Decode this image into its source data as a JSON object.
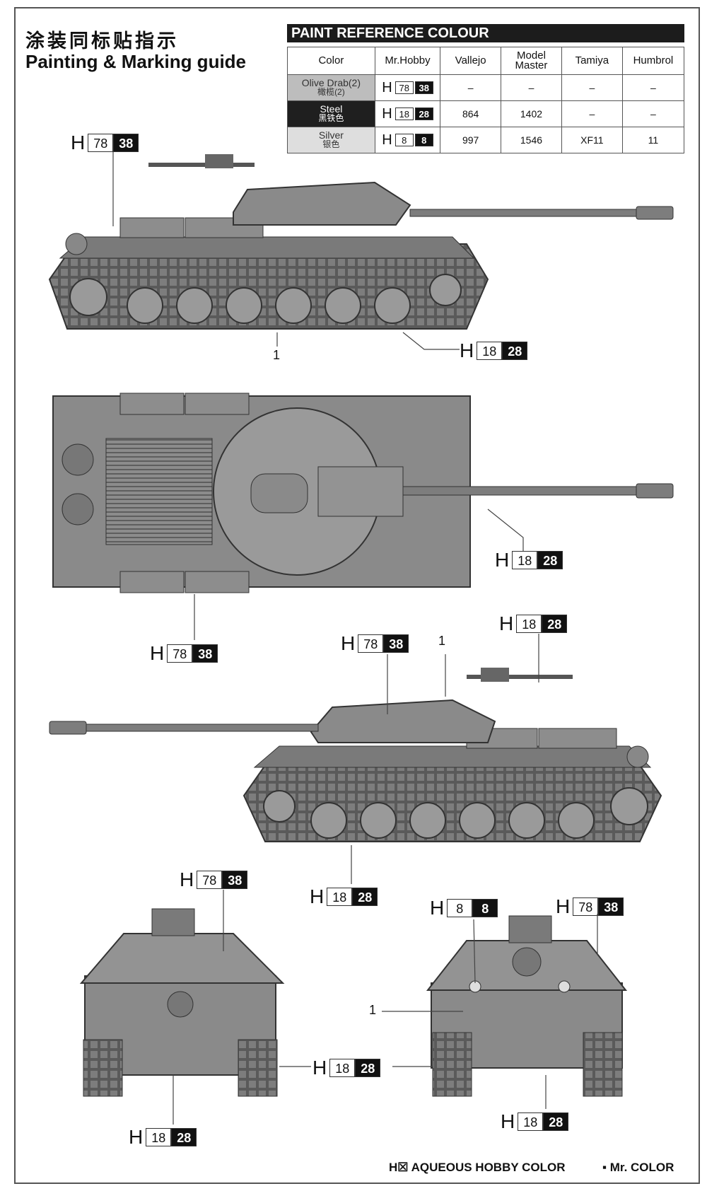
{
  "title_cn": "涂装同标贴指示",
  "title_en": "Painting & Marking guide",
  "reference": {
    "header": "PAINT  REFERENCE COLOUR",
    "columns": [
      "Color",
      "Mr.Hobby",
      "Vallejo",
      "Model Master",
      "Tamiya",
      "Humbrol"
    ],
    "rows": [
      {
        "name": "Olive Drab(2)",
        "name_cn": "橄榄(2)",
        "h": "78",
        "mr": "38",
        "vallejo": "–",
        "model_master": "–",
        "tamiya": "–",
        "humbrol": "–"
      },
      {
        "name": "Steel",
        "name_cn": "黑铁色",
        "h": "18",
        "mr": "28",
        "vallejo": "864",
        "model_master": "1402",
        "tamiya": "–",
        "humbrol": "–"
      },
      {
        "name": "Silver",
        "name_cn": "银色",
        "h": "8",
        "mr": "8",
        "vallejo": "997",
        "model_master": "1546",
        "tamiya": "XF11",
        "humbrol": "11"
      }
    ]
  },
  "callouts": [
    {
      "id": "side1-top",
      "h": "78",
      "mr": "38"
    },
    {
      "id": "side1-bottom",
      "h": "18",
      "mr": "28"
    },
    {
      "id": "top-right",
      "h": "18",
      "mr": "28"
    },
    {
      "id": "top-left",
      "h": "78",
      "mr": "38"
    },
    {
      "id": "side2-turret",
      "h": "78",
      "mr": "38"
    },
    {
      "id": "side2-mg",
      "h": "18",
      "mr": "28"
    },
    {
      "id": "side2-track",
      "h": "18",
      "mr": "28"
    },
    {
      "id": "rear-top",
      "h": "78",
      "mr": "38"
    },
    {
      "id": "center-track",
      "h": "18",
      "mr": "28"
    },
    {
      "id": "rear-bottom",
      "h": "18",
      "mr": "28"
    },
    {
      "id": "front-light",
      "h": "8",
      "mr": "8"
    },
    {
      "id": "front-hull",
      "h": "78",
      "mr": "38"
    },
    {
      "id": "front-bottom",
      "h": "18",
      "mr": "28"
    }
  ],
  "markers": [
    "1",
    "1",
    "1"
  ],
  "footer": {
    "aqueous": "H☒  AQUEOUS HOBBY COLOR",
    "mr": "▪  Mr. COLOR"
  }
}
